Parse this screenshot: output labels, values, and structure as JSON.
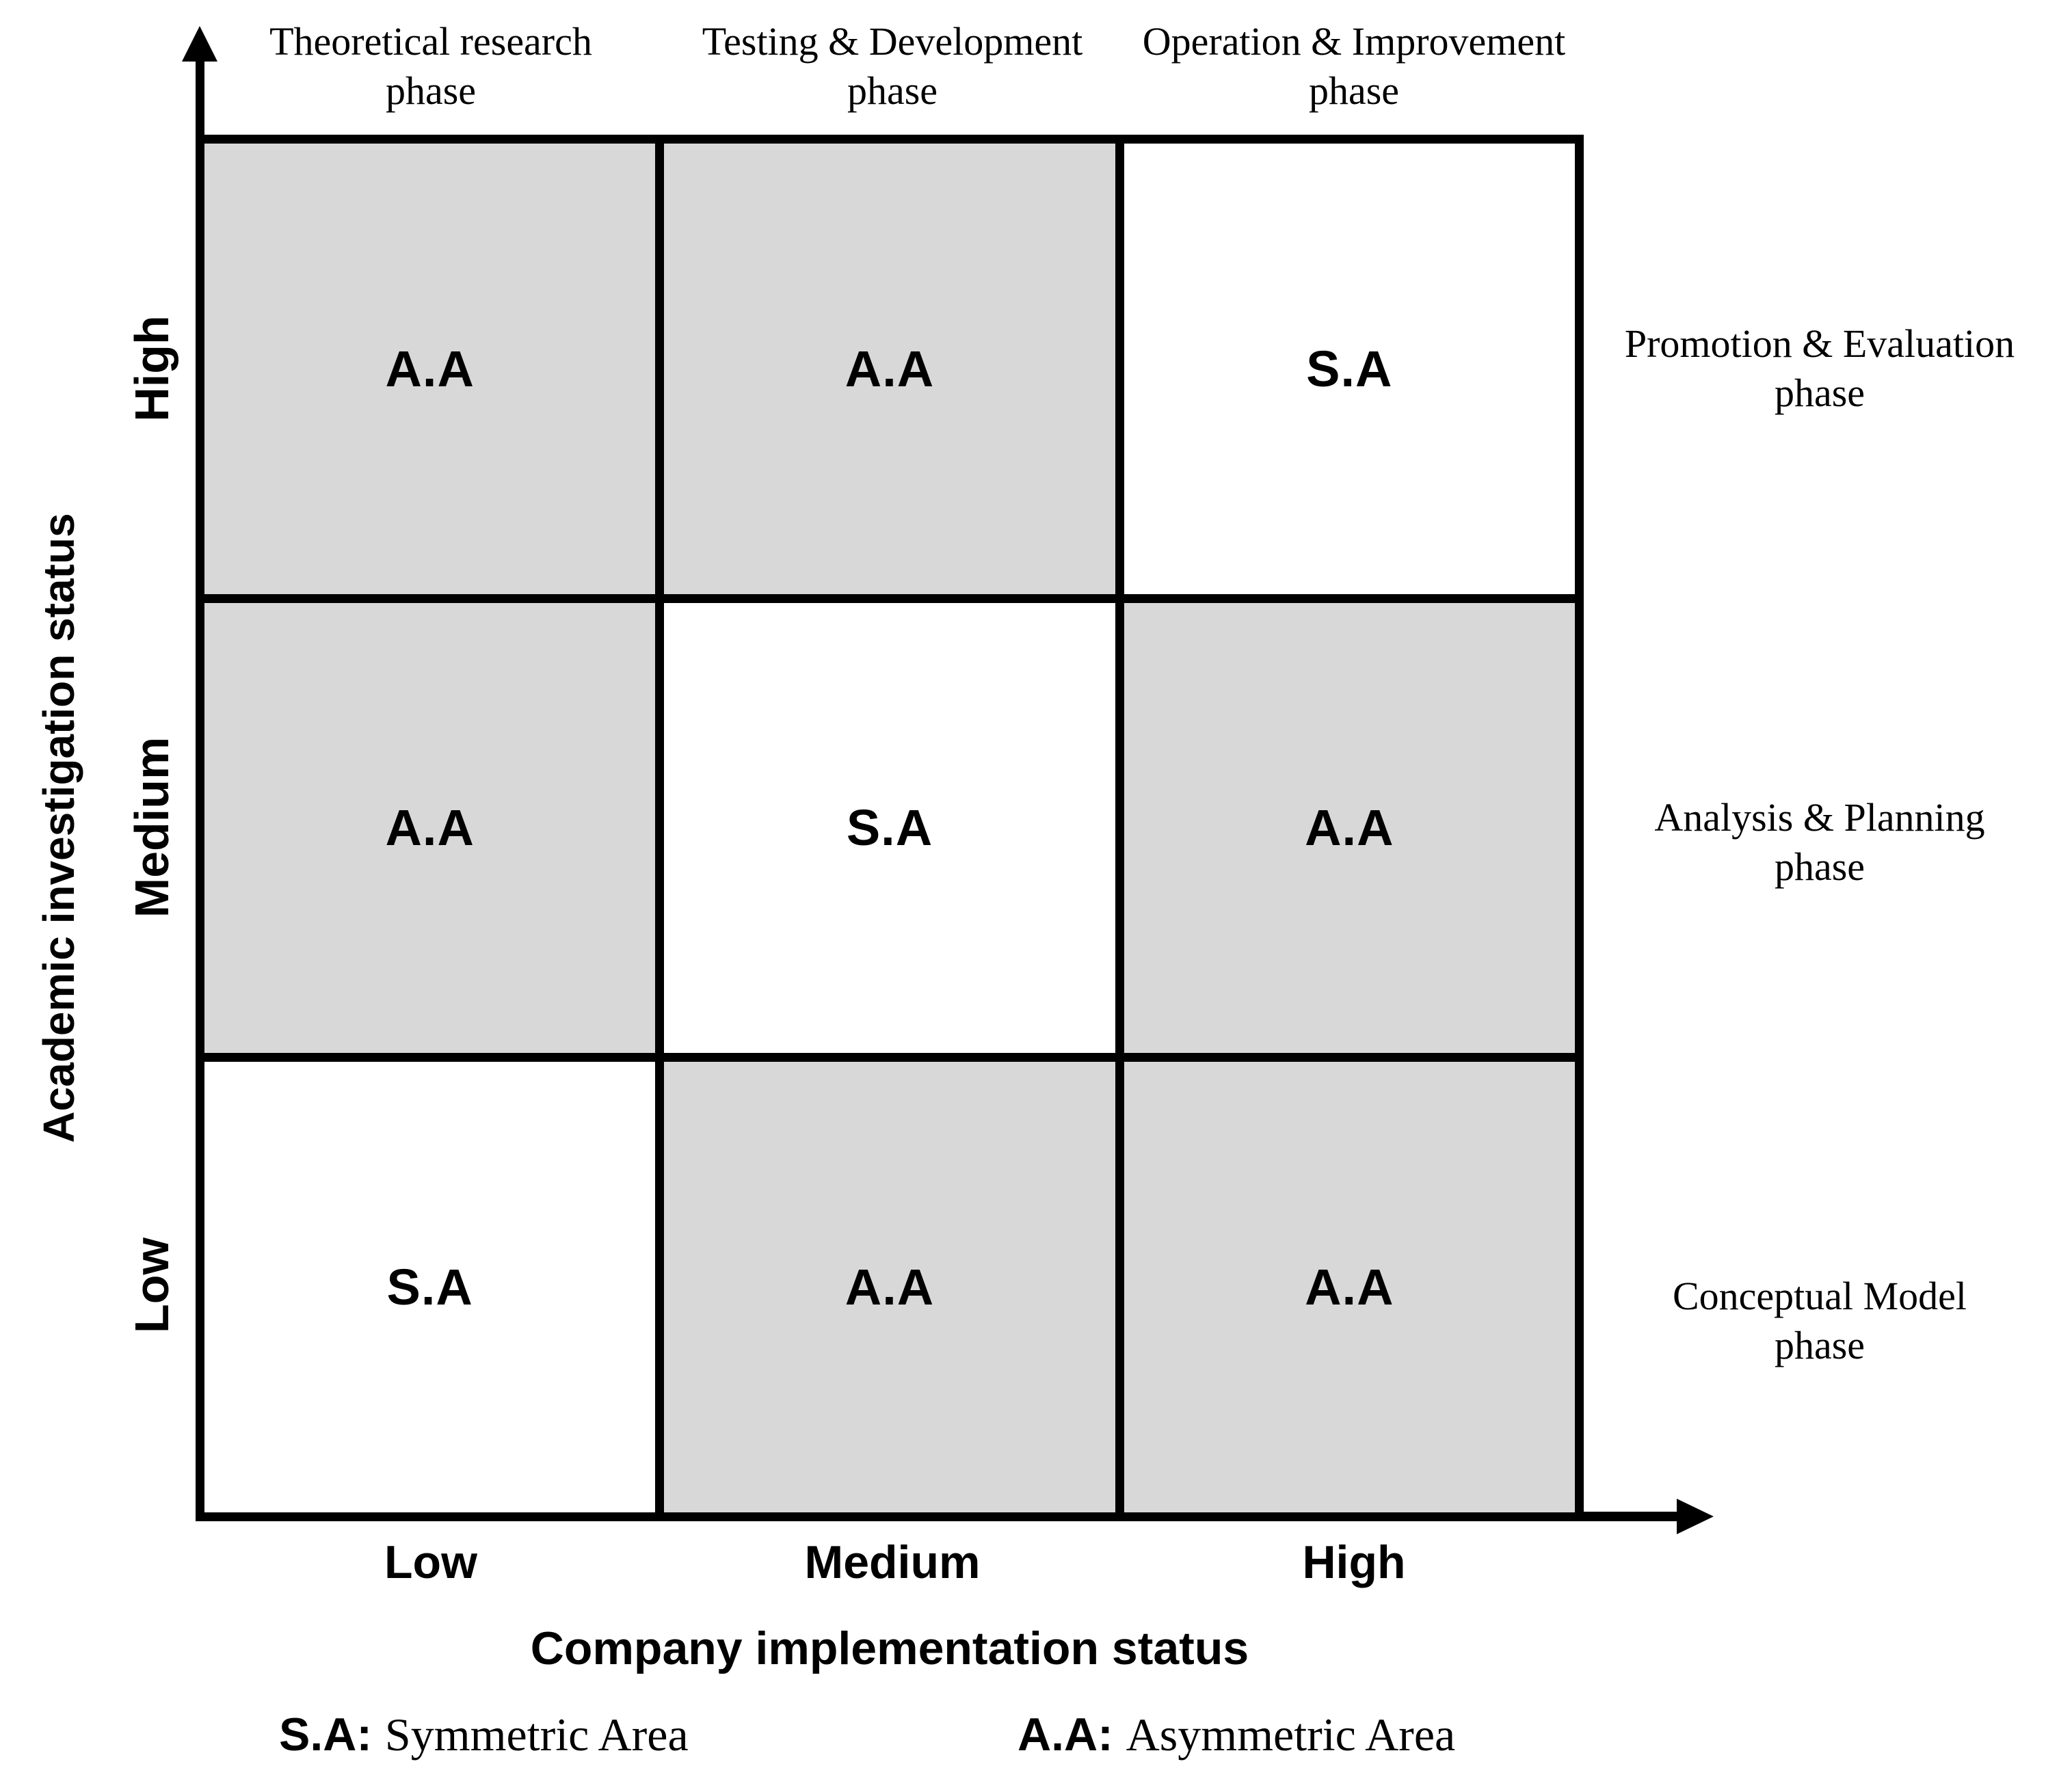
{
  "diagram": {
    "y_title": "Academic investigation status",
    "x_title": "Company implementation status",
    "x_axis": {
      "labels": [
        "Low",
        "Medium",
        "High"
      ]
    },
    "top_phase_headers": [
      {
        "line1": "Theoretical research",
        "line2": "phase"
      },
      {
        "line1": "Testing & Development",
        "line2": "phase"
      },
      {
        "line1": "Operation & Improvement",
        "line2": "phase"
      }
    ],
    "right_phase_labels": [
      {
        "line1": "Promotion & Evaluation",
        "line2": "phase"
      },
      {
        "line1": "Analysis & Planning",
        "line2": "phase"
      },
      {
        "line1": "Conceptual Model",
        "line2": "phase"
      }
    ],
    "matrix": {
      "rows": [
        {
          "row_label": "High",
          "cells": [
            {
              "label": "A.A",
              "shaded": true
            },
            {
              "label": "A.A",
              "shaded": true
            },
            {
              "label": "S.A",
              "shaded": false
            }
          ]
        },
        {
          "row_label": "Medium",
          "cells": [
            {
              "label": "A.A",
              "shaded": true
            },
            {
              "label": "S.A",
              "shaded": false
            },
            {
              "label": "A.A",
              "shaded": true
            }
          ]
        },
        {
          "row_label": "Low",
          "cells": [
            {
              "label": "S.A",
              "shaded": false
            },
            {
              "label": "A.A",
              "shaded": true
            },
            {
              "label": "A.A",
              "shaded": true
            }
          ]
        }
      ]
    },
    "legend": [
      {
        "abbr": "S.A:",
        "text": "Symmetric Area"
      },
      {
        "abbr": "A.A:",
        "text": "Asymmetric Area"
      }
    ],
    "colors": {
      "shaded_cell": "#d8d8d8",
      "line": "#000000",
      "background": "#ffffff"
    }
  }
}
